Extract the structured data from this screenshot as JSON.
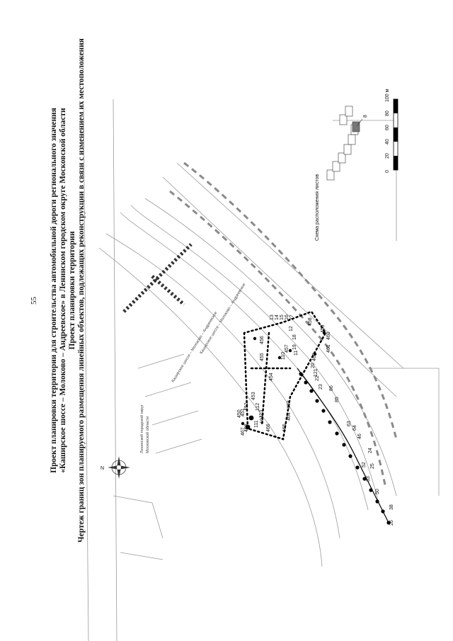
{
  "page_number": "55",
  "title_lines": [
    "Проект планировки территории для строительства автомобильной дороги регионального значения",
    "«Каширское шоссе – Молоково – Андреевское» в Ленинском городском округе Московской области",
    "Проект планировки территории",
    "Чертеж границ зон планируемого размещения линейных объектов, подлежащих реконструкции в связи с изменением их местоположения"
  ],
  "map": {
    "compass_label": "N",
    "district_label_1": "Ленинский городской округ",
    "district_label_2": "Московской области",
    "road_labels": [
      "Каширское шоссе – Молоково – Андреевское",
      "Каширское шоссе – Молоково – Андреевское"
    ],
    "inset_title": "Схема расположения листов",
    "inset_pointer": "8",
    "scale_ticks": [
      "0",
      "20",
      "40",
      "60",
      "80",
      "100 м"
    ],
    "point_labels": [
      "26",
      "38",
      "50",
      "33",
      "52",
      "25",
      "24",
      "46",
      "64",
      "63",
      "85",
      "86",
      "23",
      "22",
      "20",
      "121",
      "462",
      "461",
      "460",
      "459",
      "458",
      "13",
      "14",
      "15",
      "16",
      "17",
      "12",
      "18",
      "19",
      "110",
      "457",
      "456",
      "455",
      "454",
      "453",
      "452",
      "451",
      "450",
      "468",
      "467",
      "466",
      "465",
      "464",
      "463",
      "11",
      "112",
      "113",
      "104",
      "111"
    ]
  }
}
